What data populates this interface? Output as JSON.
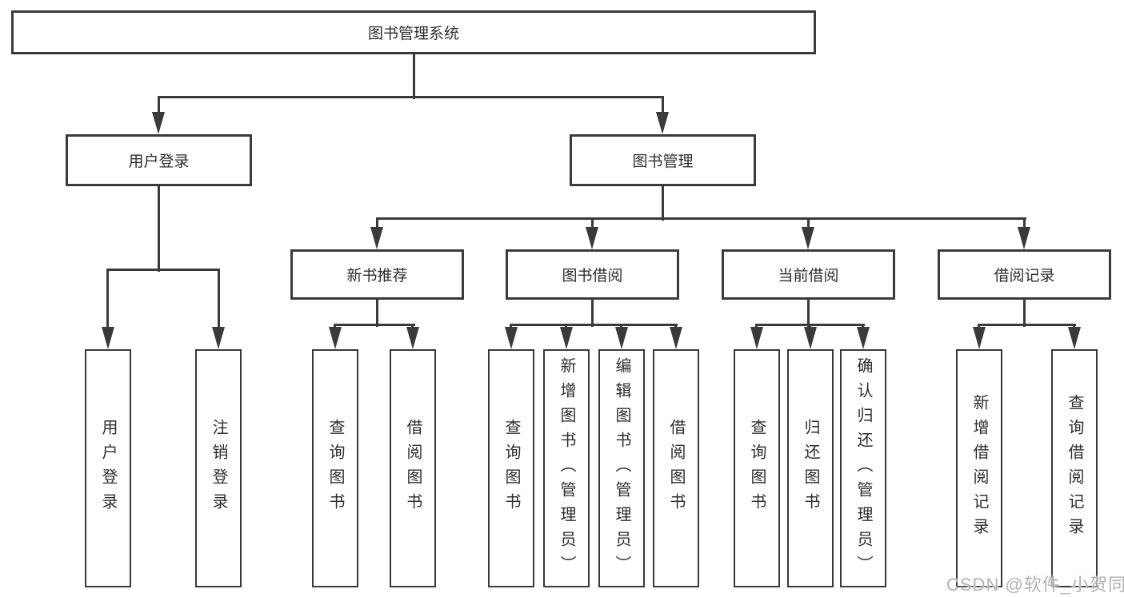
{
  "diagram": {
    "title": "图书管理系统",
    "branches": [
      {
        "label": "用户登录",
        "children": [
          {
            "label": "用户登录"
          },
          {
            "label": "注销登录"
          }
        ]
      },
      {
        "label": "图书管理",
        "children": [
          {
            "label": "新书推荐",
            "children": [
              {
                "label": "查询图书"
              },
              {
                "label": "借阅图书"
              }
            ]
          },
          {
            "label": "图书借阅",
            "children": [
              {
                "label": "查询图书"
              },
              {
                "label": "新增图书（管理员）"
              },
              {
                "label": "编辑图书（管理员）"
              },
              {
                "label": "借阅图书"
              }
            ]
          },
          {
            "label": "当前借阅",
            "children": [
              {
                "label": "查询图书"
              },
              {
                "label": "归还图书"
              },
              {
                "label": "确认归还（管理员）"
              }
            ]
          },
          {
            "label": "借阅记录",
            "children": [
              {
                "label": "新增借阅记录"
              },
              {
                "label": "查询借阅记录"
              }
            ]
          }
        ]
      }
    ]
  },
  "watermark": "CSDN @软件_小贺同学",
  "colors": {
    "line": "#3a3a3a",
    "box_border": "#3a3a3a",
    "text": "#2e2e2e",
    "watermark": "#b2b2b5",
    "background": "#ffffff"
  }
}
